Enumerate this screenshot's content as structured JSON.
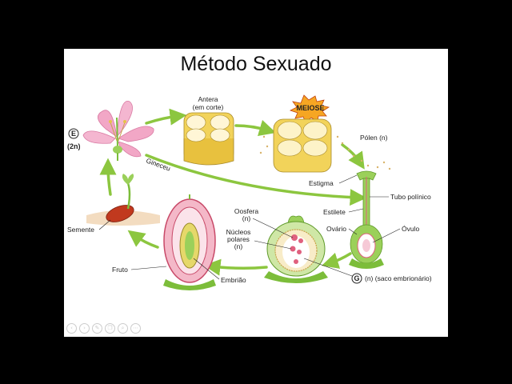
{
  "slide": {
    "title": "Método Sexuado"
  },
  "diagram": {
    "labels": {
      "antera": "Antera",
      "em_corte": "(em corte)",
      "meiose": "MEIOSE",
      "polen": "Pólen (n)",
      "gineceu": "Gineceu",
      "estigma": "Estigma",
      "tubo_polinico": "Tubo polínico",
      "estilete": "Estilete",
      "ovario": "Ovário",
      "ovulo": "Óvulo",
      "oosfera": "Oosfera",
      "oosfera_n": "(n)",
      "nucleos": "Núcleos",
      "polares": "polares",
      "polares_n": "(n)",
      "saco_prefix": "G",
      "saco": "(n) (saco embrionário)",
      "saco_n": "(n)",
      "saco_rest": " (saco embrionário)",
      "semente": "Semente",
      "fruto": "Fruto",
      "embriao": "Embrião",
      "e_letter": "E",
      "e_2n": "(2n)"
    }
  },
  "nav": {
    "icons": [
      "prev-icon",
      "next-icon",
      "pen-icon",
      "copy-icon",
      "zoom-icon",
      "more-icon"
    ],
    "glyphs": [
      "‹",
      "›",
      "✎",
      "❐",
      "⌕",
      "⋯"
    ]
  },
  "colors": {
    "arrow": "#8cc63f",
    "flower_pink": "#f2a7c6",
    "anther_yellow": "#f2d35a",
    "meiose_burst": "#f6a623",
    "stem_green": "#7cbd3a",
    "fruit_red": "#e0607e"
  }
}
